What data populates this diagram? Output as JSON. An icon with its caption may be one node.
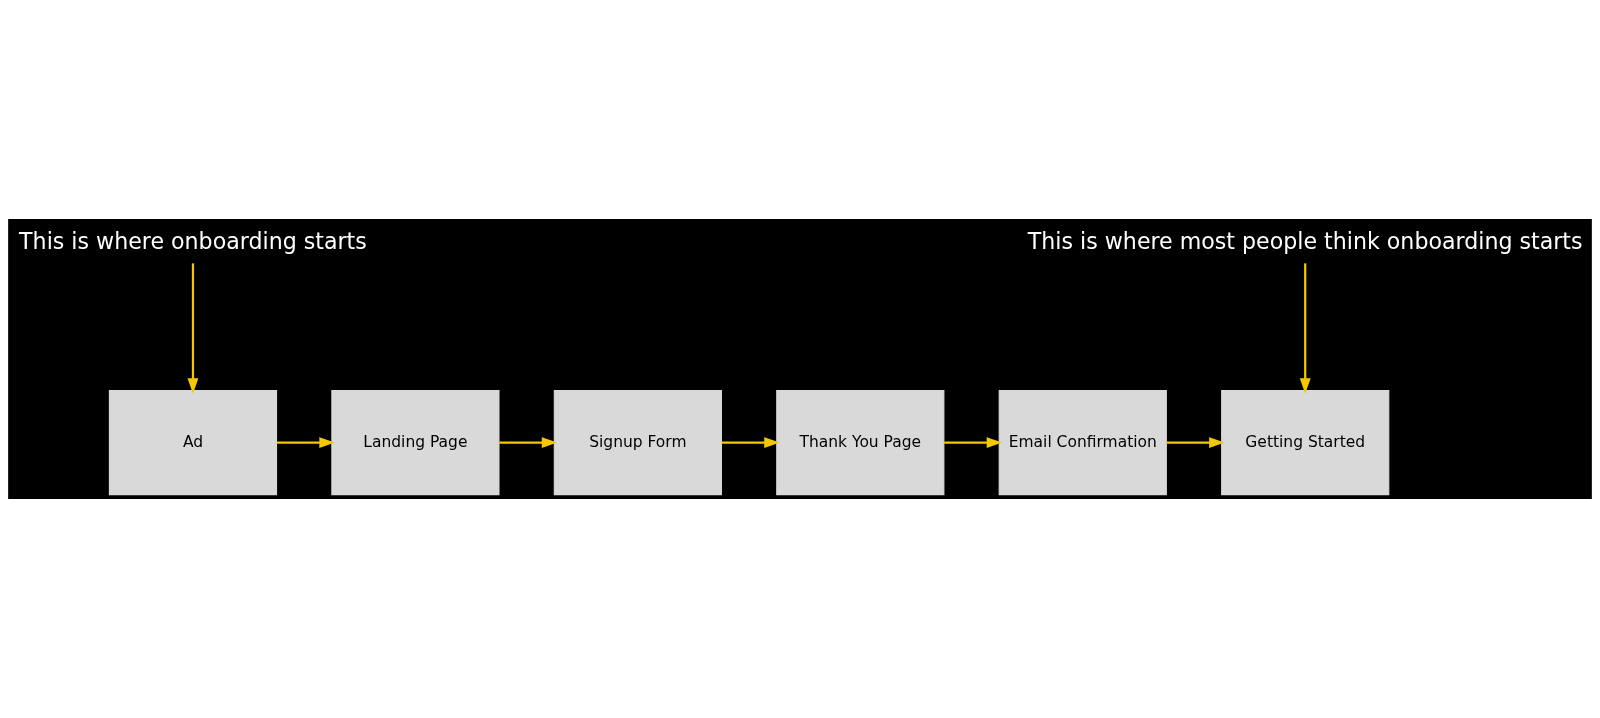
{
  "diagram": {
    "nodes": [
      {
        "text": [
          "This is where onboarding starts"
        ]
      },
      {
        "text": [
          "This is where most people think onboarding starts"
        ]
      },
      {
        "text": [
          "Ad"
        ]
      },
      {
        "text": [
          "Landing Page"
        ]
      },
      {
        "text": [
          "Signup Form"
        ]
      },
      {
        "text": [
          "Thank You Page"
        ]
      },
      {
        "text": [
          "Email Confirmation"
        ]
      },
      {
        "text": [
          "Getting Started"
        ]
      }
    ],
    "edges": [
      {
        "from": 0,
        "to": 2,
        "arrow": "to"
      },
      {
        "from": 1,
        "to": 7,
        "arrow": "to"
      },
      {
        "from": 2,
        "to": 3,
        "arrow": "to"
      },
      {
        "from": 3,
        "to": 4,
        "arrow": "to"
      },
      {
        "from": 4,
        "to": 5,
        "arrow": "to"
      },
      {
        "from": 5,
        "to": 6,
        "arrow": "to"
      },
      {
        "from": 6,
        "to": 7,
        "arrow": "to"
      }
    ]
  }
}
